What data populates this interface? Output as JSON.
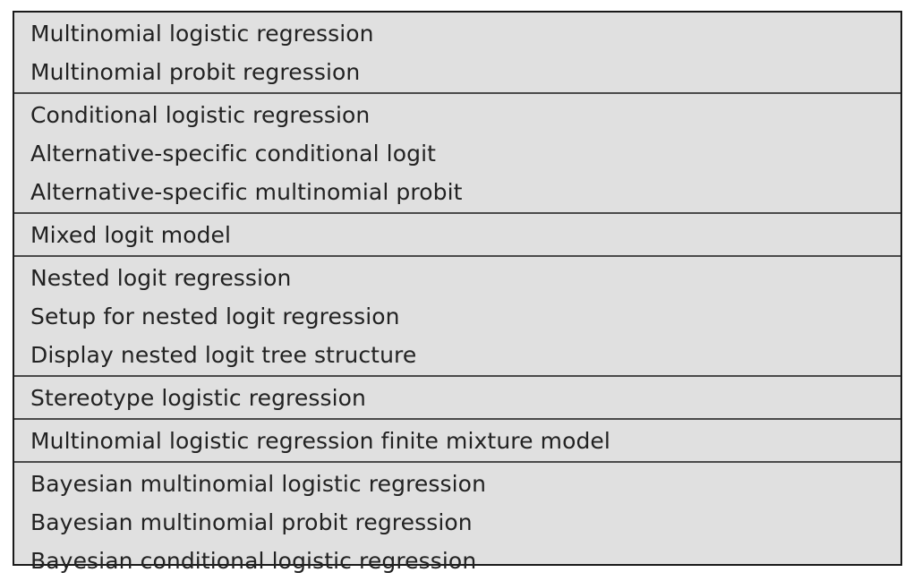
{
  "groups": [
    {
      "items": [
        "Multinomial logistic regression",
        "Multinomial probit regression"
      ]
    },
    {
      "items": [
        "Conditional logistic regression",
        "Alternative-specific conditional logit",
        "Alternative-specific multinomial probit"
      ]
    },
    {
      "items": [
        "Mixed logit model"
      ]
    },
    {
      "items": [
        "Nested logit regression",
        "Setup for nested logit regression",
        "Display nested logit tree structure"
      ]
    },
    {
      "items": [
        "Stereotype logistic regression"
      ]
    },
    {
      "items": [
        "Multinomial logistic regression finite mixture model"
      ]
    },
    {
      "items": [
        "Bayesian multinomial logistic regression",
        "Bayesian multinomial probit regression",
        "Bayesian conditional logistic regression"
      ]
    }
  ]
}
